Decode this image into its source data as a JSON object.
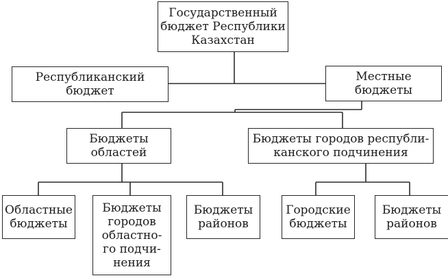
{
  "diagram": {
    "nodes": {
      "state_budget": {
        "label": "Государственный\nбюджет Республики\nКазахстан"
      },
      "republican_budget": {
        "label": "Республиканский\nбюджет"
      },
      "local_budgets": {
        "label": "Местные\nбюджеты"
      },
      "oblast_budgets_group": {
        "label": "Бюджеты\nобластей"
      },
      "cities_rep_subordination": {
        "label": "Бюджеты городов республи-\nканского подчинения"
      },
      "oblast_budgets": {
        "label": "Областные\nбюджеты"
      },
      "cities_oblast_subordination": {
        "label": "Бюджеты\nгородов\nобластно-\nго подчи-\nнения"
      },
      "district_budgets_oblast": {
        "label": "Бюджеты\nрайонов"
      },
      "city_budgets": {
        "label": "Городские\nбюджеты"
      },
      "district_budgets_city": {
        "label": "Бюджеты\nрайонов"
      }
    }
  }
}
